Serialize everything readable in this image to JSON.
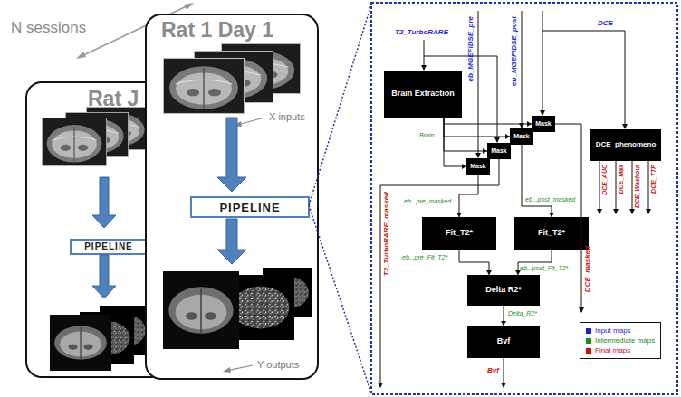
{
  "diagram": {
    "nodes": [
      {
        "text": [
          "Rat J"
        ]
      },
      {
        "text": [
          "PIPELINE"
        ],
        "in": 0
      },
      {
        "text": [
          "Rat 1 Day 1"
        ]
      },
      {
        "text": [
          "PIPELINE"
        ],
        "in": 2
      },
      {
        "text": [
          "Brain Extraction"
        ]
      },
      {
        "text": [
          "Mask"
        ]
      },
      {
        "text": [
          "DCE_phenomeno"
        ]
      },
      {
        "text": [
          "Mask"
        ]
      },
      {
        "text": [
          "Mask"
        ]
      },
      {
        "text": [
          "Mask"
        ]
      },
      {
        "text": [
          "Fit_T2*"
        ]
      },
      {
        "text": [
          "Fit_T2*"
        ]
      },
      {
        "text": [
          "Delta R2*"
        ]
      },
      {
        "text": [
          "Bvf"
        ]
      }
    ],
    "edges": [
      {
        "from": 4,
        "to": 5,
        "arrow": "to"
      },
      {
        "from": 4,
        "to": 7,
        "arrow": "to"
      },
      {
        "from": 4,
        "to": 8,
        "arrow": "to"
      },
      {
        "from": 4,
        "to": 9,
        "label": "Brain",
        "arrow": "to"
      },
      {
        "from": 9,
        "to": 10,
        "label": "eb...pre_masked",
        "arrow": "to"
      },
      {
        "from": 7,
        "to": 11,
        "label": "eb...post_masked",
        "arrow": "to"
      },
      {
        "from": 10,
        "to": 12,
        "label": "eb...pre_Fit_T2*",
        "arrow": "to"
      },
      {
        "from": 11,
        "to": 12,
        "label": "eb...post_Fit_T2*",
        "arrow": "to"
      },
      {
        "from": 12,
        "to": 13,
        "label": "Delta_R2*",
        "arrow": "to"
      }
    ],
    "labels": [
      "N sessions",
      "X inputs",
      "Y outputs",
      "T2_TurboRARE",
      "eb_MGEFIDSE_pre",
      "eb_MGEFIDSE_post",
      "DCE",
      "T2_TurboRARE_masked",
      "DCE_masked",
      "DCE_AUC",
      "DCE_Max",
      "DCE_Washout",
      "DCE_TTP",
      "Bvf"
    ],
    "legend": [
      {
        "text": "Input maps",
        "color": "#1f1fd0"
      },
      {
        "text": "Intermediate maps",
        "color": "#1e8c1e"
      },
      {
        "text": "Final maps",
        "color": "#d01010"
      }
    ]
  }
}
